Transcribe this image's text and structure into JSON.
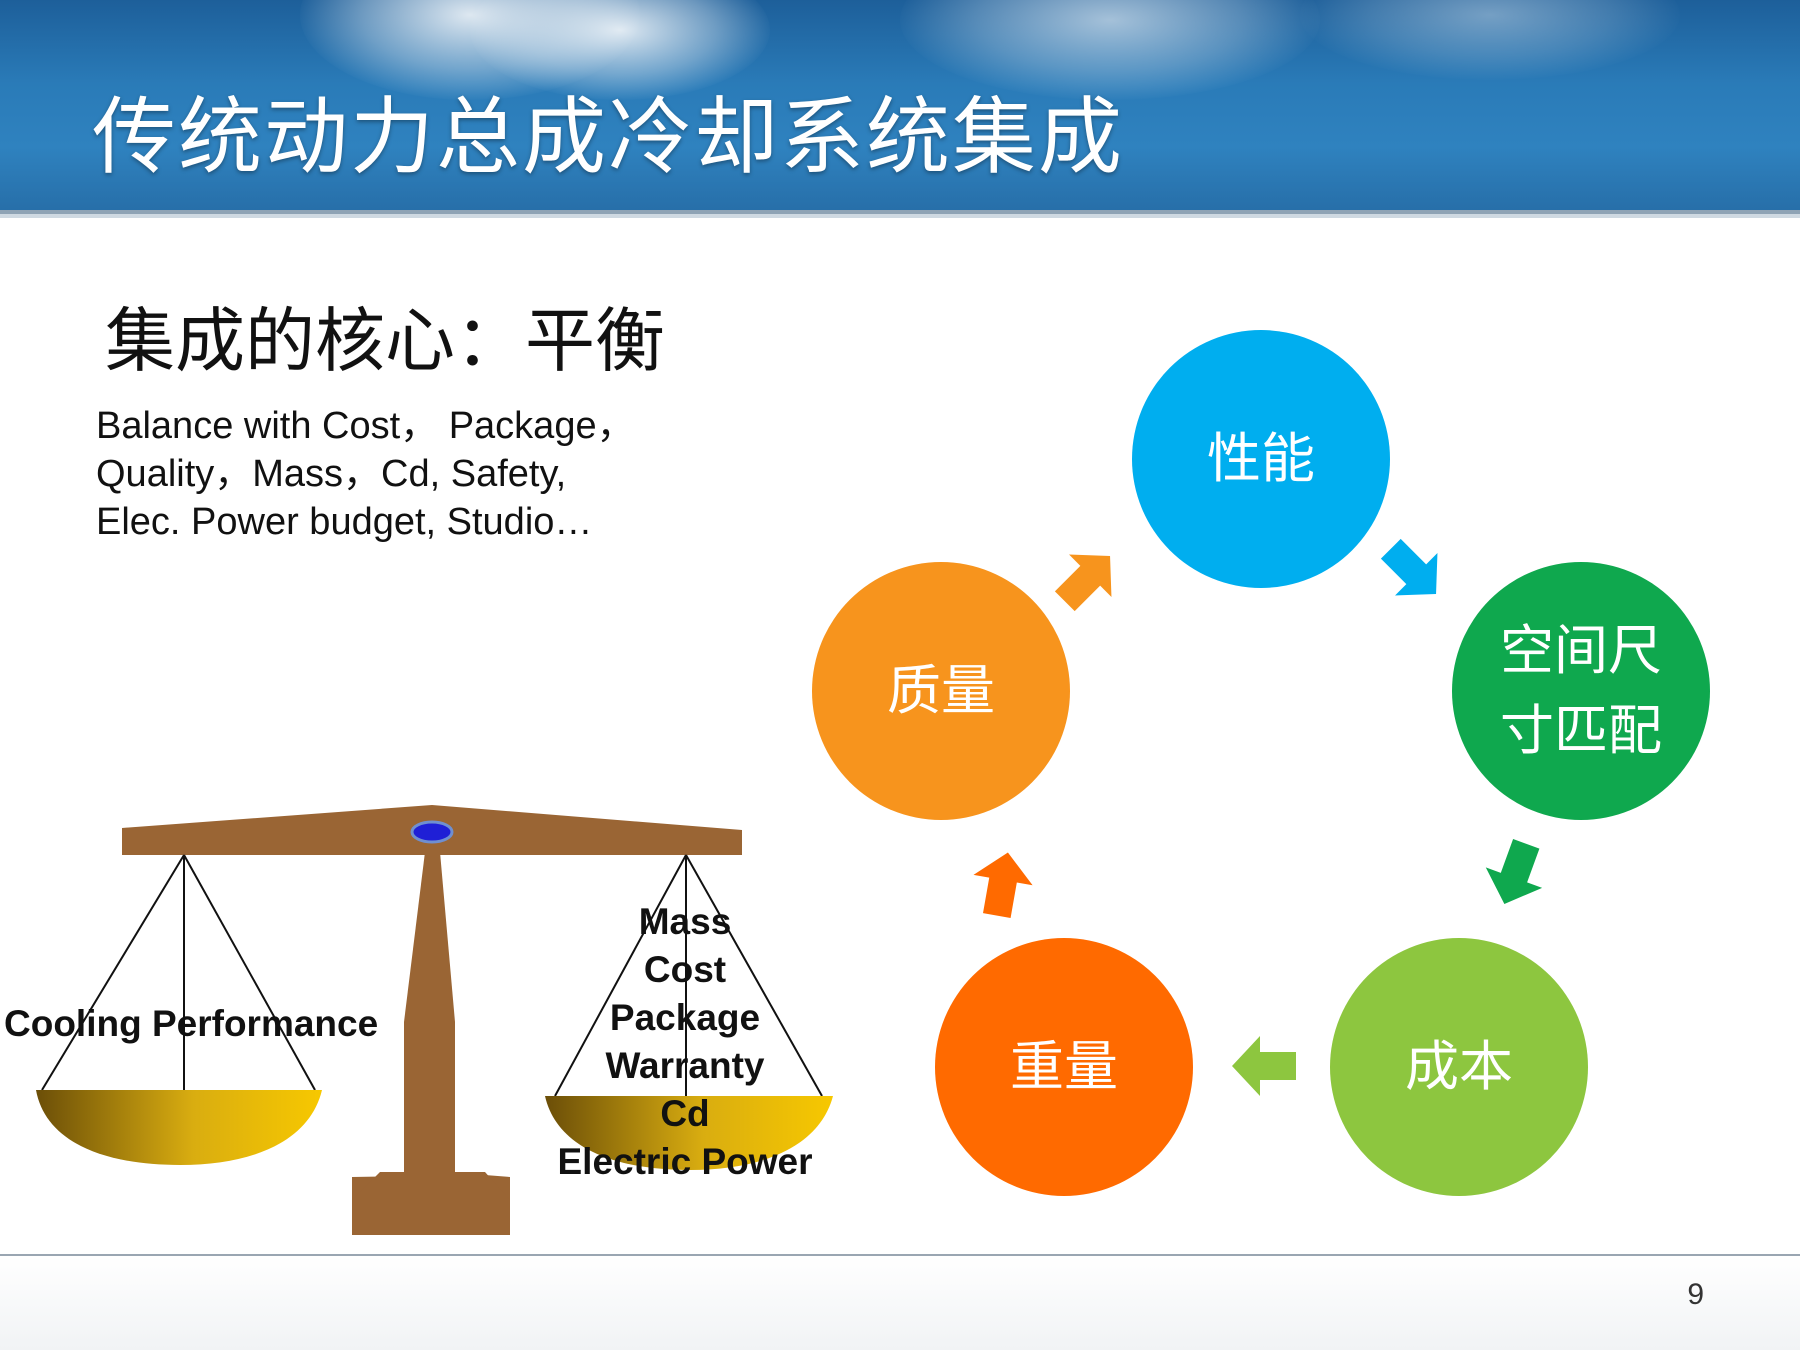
{
  "slide": {
    "title": "传统动力总成冷却系统集成",
    "subtitle": "集成的核心：平衡",
    "balance_lines": [
      "Balance with Cost， Package，",
      "Quality，Mass，Cd, Safety,",
      "Elec. Power budget, Studio…"
    ],
    "page_number": "9"
  },
  "scale": {
    "left_label": "Cooling Performance",
    "right_labels": [
      "Mass",
      "Cost",
      "Package",
      "Warranty",
      "Cd",
      "Electric Power"
    ]
  },
  "cycle": {
    "top": "性能",
    "right_line1": "空间尺",
    "right_line2": "寸匹配",
    "bottom_right": "成本",
    "bottom_left": "重量",
    "left": "质量"
  },
  "colors": {
    "performance": "#00aeef",
    "space": "#0fa84e",
    "cost": "#8dc63f",
    "weight": "#ff6a00",
    "quality": "#f7941d",
    "scale_brown": "#9a6534",
    "pan_gold": "#f5c400"
  }
}
